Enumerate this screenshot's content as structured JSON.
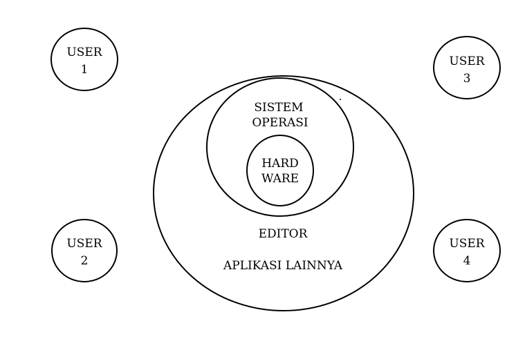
{
  "users": [
    {
      "line1": "USER",
      "line2": "1"
    },
    {
      "line1": "USER",
      "line2": "2"
    },
    {
      "line1": "USER",
      "line2": "3"
    },
    {
      "line1": "USER",
      "line2": "4"
    }
  ],
  "layers": {
    "hardware": {
      "line1": "HARD",
      "line2": "WARE"
    },
    "os": {
      "line1": "SISTEM",
      "line2": "OPERASI"
    },
    "editor": "EDITOR",
    "other_apps": "APLIKASI LAINNYA"
  },
  "colors": {
    "stroke": "#000000",
    "background": "#ffffff"
  }
}
